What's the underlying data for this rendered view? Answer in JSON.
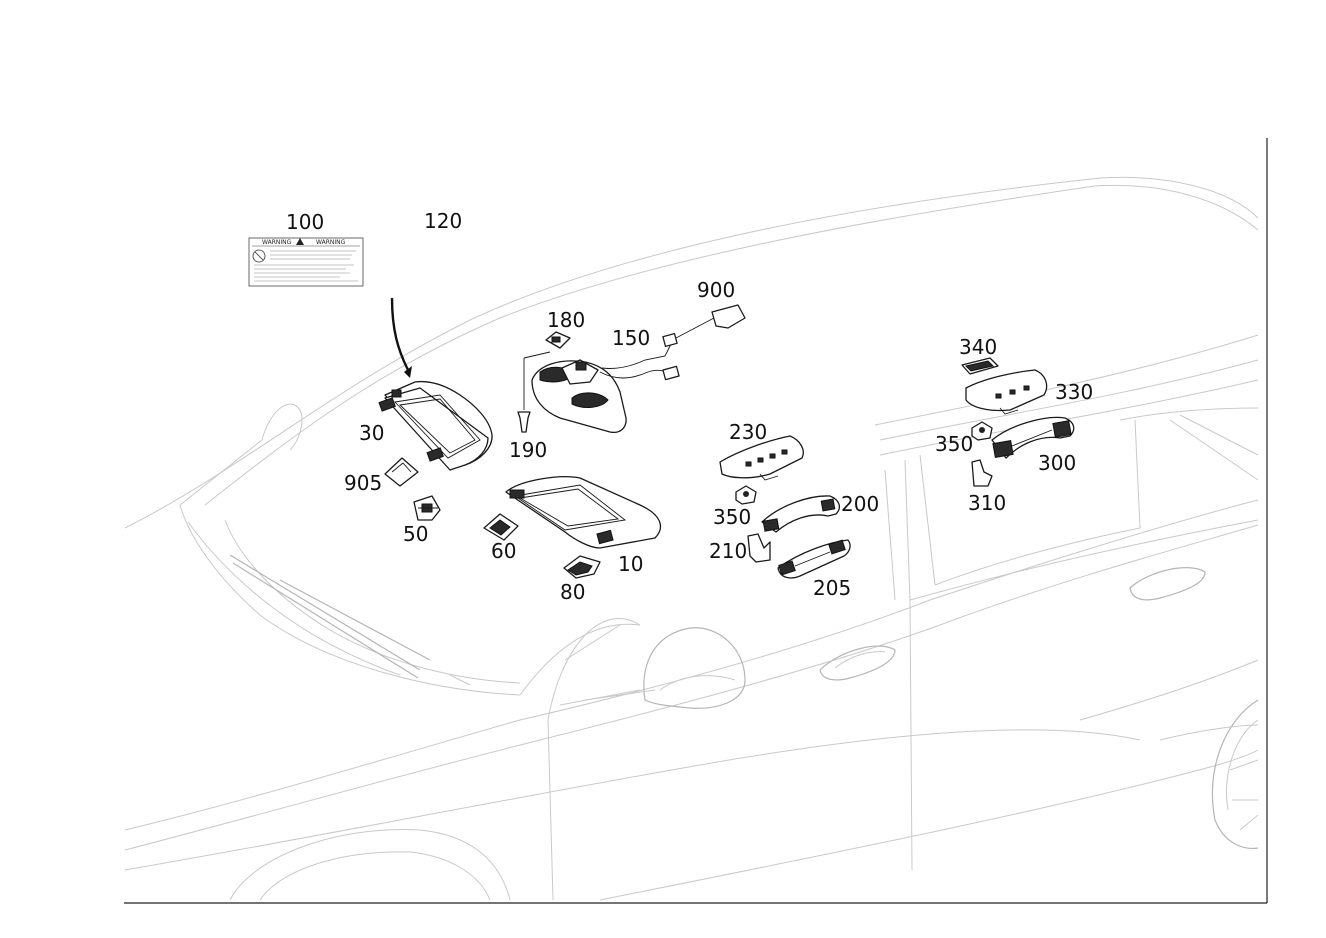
{
  "callouts": [
    {
      "id": "100",
      "text": "100"
    },
    {
      "id": "120",
      "text": "120"
    },
    {
      "id": "180",
      "text": "180"
    },
    {
      "id": "150",
      "text": "150"
    },
    {
      "id": "900",
      "text": "900"
    },
    {
      "id": "30",
      "text": "30"
    },
    {
      "id": "190",
      "text": "190"
    },
    {
      "id": "905",
      "text": "905"
    },
    {
      "id": "50",
      "text": "50"
    },
    {
      "id": "60",
      "text": "60"
    },
    {
      "id": "10",
      "text": "10"
    },
    {
      "id": "80",
      "text": "80"
    },
    {
      "id": "230",
      "text": "230"
    },
    {
      "id": "350a",
      "text": "350"
    },
    {
      "id": "200",
      "text": "200"
    },
    {
      "id": "210",
      "text": "210"
    },
    {
      "id": "205",
      "text": "205"
    },
    {
      "id": "340",
      "text": "340"
    },
    {
      "id": "330",
      "text": "330"
    },
    {
      "id": "350b",
      "text": "350"
    },
    {
      "id": "300",
      "text": "300"
    },
    {
      "id": "310",
      "text": "310"
    }
  ],
  "warning_label": {
    "left_title": "WARNING",
    "right_title": "WARNING"
  },
  "colors": {
    "line": "#1a1a1a",
    "car_outline": "#c9c9c9",
    "background": "#ffffff"
  }
}
